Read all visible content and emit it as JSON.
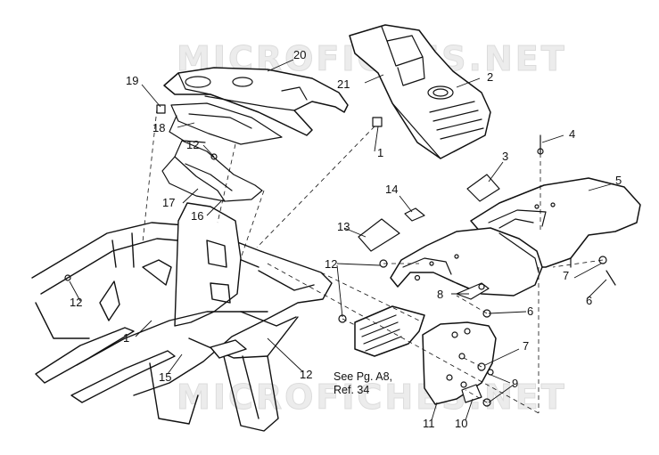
{
  "watermark": "MICROFICHES.NET",
  "callouts": {
    "c1a": "1",
    "c1b": "1",
    "c2": "2",
    "c3": "3",
    "c4": "4",
    "c5": "5",
    "c6a": "6",
    "c6b": "6",
    "c7a": "7",
    "c7b": "7",
    "c8": "8",
    "c9": "9",
    "c10": "10",
    "c11": "11",
    "c12a": "12",
    "c12b": "12",
    "c12c": "12",
    "c12d": "12",
    "c13": "13",
    "c14": "14",
    "c15": "15",
    "c16": "16",
    "c17": "17",
    "c18": "18",
    "c19": "19",
    "c20": "20",
    "c21": "21"
  },
  "note": {
    "line1": "See Pg. A8,",
    "line2": "Ref. 34"
  },
  "colors": {
    "ink": "#111111",
    "paper": "#ffffff",
    "watermark": "#ececec"
  }
}
